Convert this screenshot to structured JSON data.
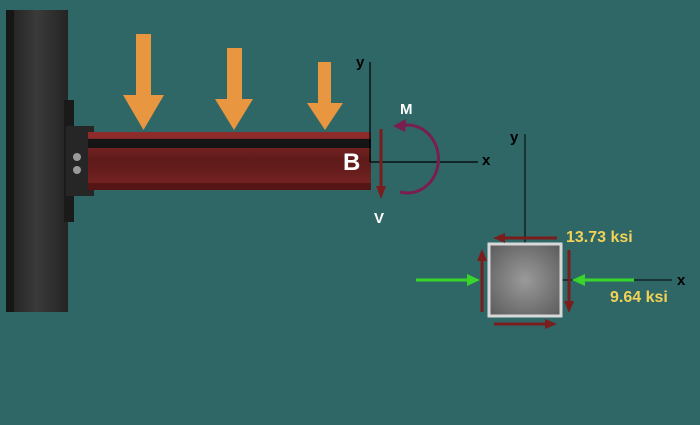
{
  "labels": {
    "point": "B",
    "moment": "M",
    "shear": "V",
    "beam_axis_x": "x",
    "beam_axis_y": "y",
    "element_axis_x": "x",
    "element_axis_y": "y"
  },
  "stresses": {
    "shear": "13.73 ksi",
    "normal": "9.64 ksi"
  },
  "colors": {
    "background": "#2f6767",
    "wall": "#2b2b2b",
    "beam": "#6e1f1f",
    "load_arrow": "#e8963f",
    "moment_arrow": "#7a1d4f",
    "shear_arrow": "#7a1d1d",
    "compression_arrow": "#39d42b",
    "stress_text": "#f2d257"
  }
}
